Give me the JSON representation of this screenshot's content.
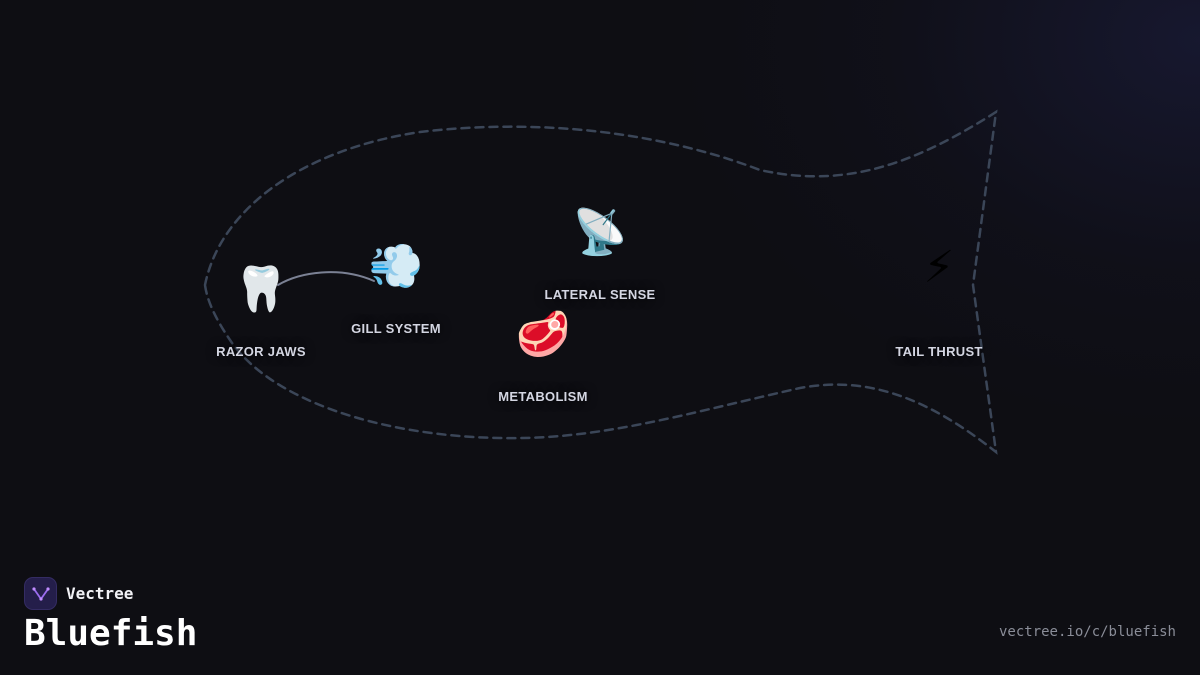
{
  "diagram": {
    "nodes": [
      {
        "id": "razor-jaws",
        "icon": "tooth-icon",
        "glyph": "🦷",
        "label": "RAZOR JAWS"
      },
      {
        "id": "gill-system",
        "icon": "wind-icon",
        "glyph": "💨",
        "label": "GILL SYSTEM"
      },
      {
        "id": "lateral-sense",
        "icon": "satellite-dish-icon",
        "glyph": "📡",
        "label": "LATERAL SENSE"
      },
      {
        "id": "metabolism",
        "icon": "meat-icon",
        "glyph": "🥩",
        "label": "METABOLISM"
      },
      {
        "id": "tail-thrust",
        "icon": "lightning-icon",
        "glyph": "⚡",
        "label": "TAIL THRUST"
      }
    ],
    "edges": [
      {
        "from": "razor-jaws",
        "to": "gill-system"
      }
    ],
    "colors": {
      "outline": "#3b4658",
      "edge": "#7b8194",
      "label": "#d4d6e2",
      "background": "#0e0e13"
    }
  },
  "footer": {
    "brand": "Vectree",
    "title": "Bluefish",
    "url": "vectree.io/c/bluefish"
  }
}
